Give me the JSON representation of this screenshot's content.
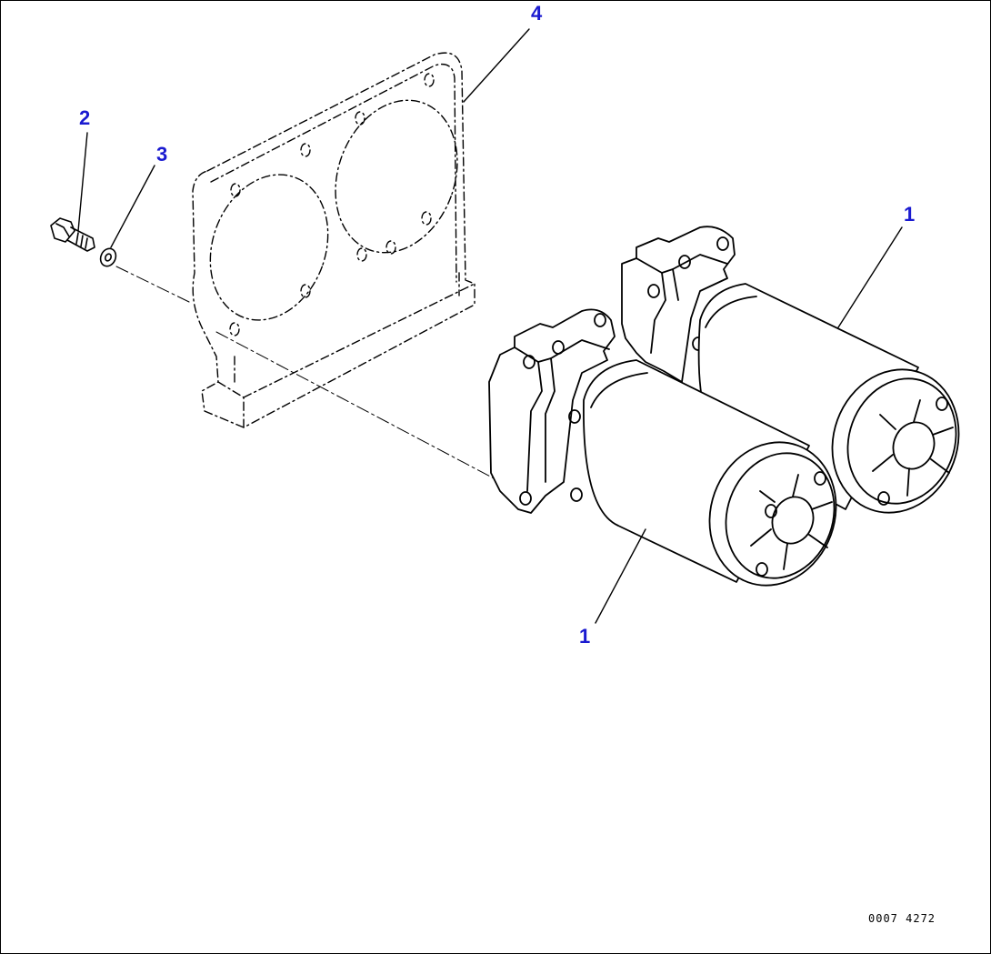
{
  "colors": {
    "callout": "#1a1ad0",
    "line": "#000000",
    "background": "#ffffff"
  },
  "callouts": [
    {
      "id": "c4",
      "label": "4"
    },
    {
      "id": "c2",
      "label": "2"
    },
    {
      "id": "c3",
      "label": "3"
    },
    {
      "id": "c1a",
      "label": "1"
    },
    {
      "id": "c1b",
      "label": "1"
    }
  ],
  "drawing_code": "0007 4272"
}
